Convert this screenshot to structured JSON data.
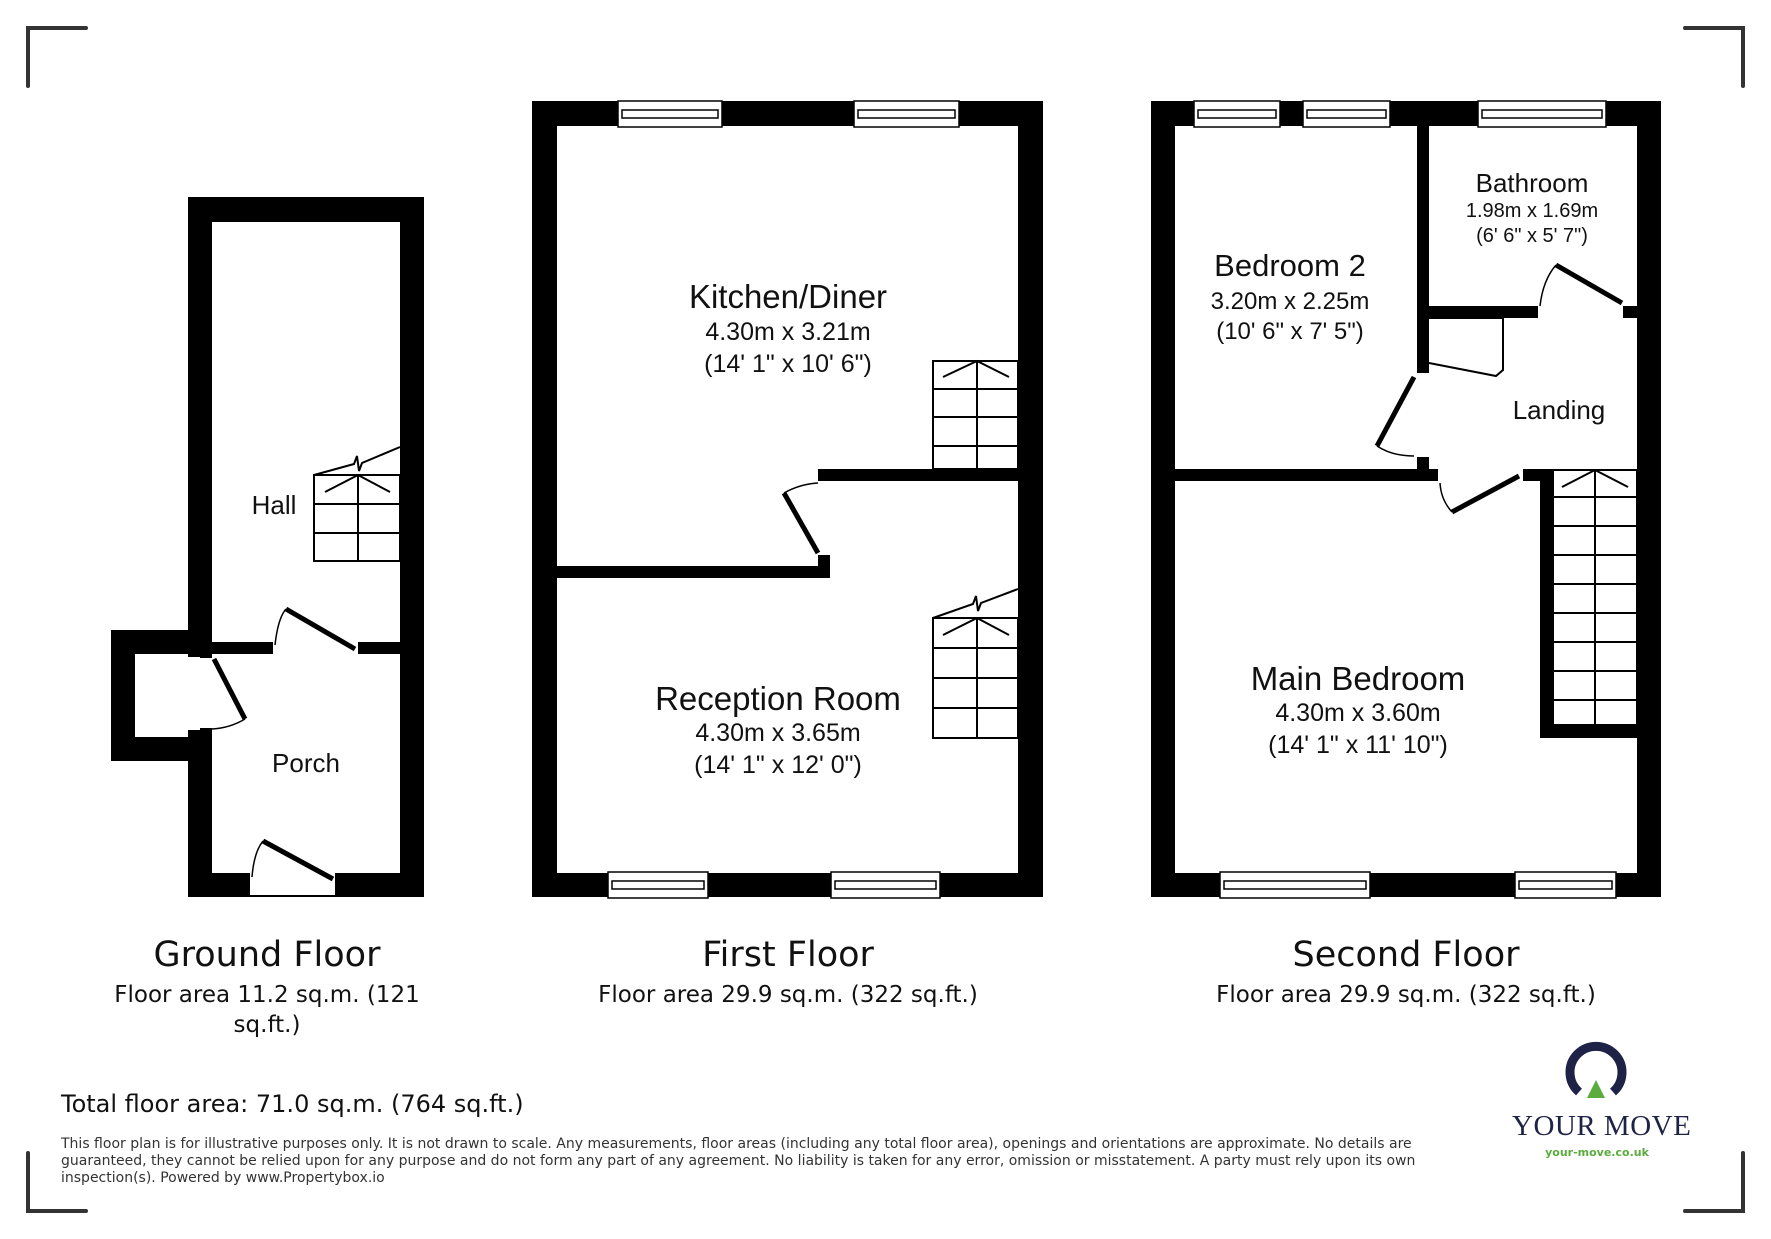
{
  "colors": {
    "wall": "#000000",
    "corner_mark": "#333333",
    "brand_navy": "#1e2246",
    "brand_green": "#5aad3c"
  },
  "floors": [
    {
      "title": "Ground Floor",
      "area_line1": "Floor area 11.2 sq.m. (121",
      "area_line2": "sq.ft.)",
      "rooms": [
        {
          "name": "Hall"
        },
        {
          "name": "Porch"
        }
      ]
    },
    {
      "title": "First Floor",
      "area_line1": "Floor area 29.9 sq.m. (322 sq.ft.)",
      "rooms": [
        {
          "name": "Kitchen/Diner",
          "metric": "4.30m x 3.21m",
          "imperial": "(14' 1\" x 10' 6\")"
        },
        {
          "name": "Reception Room",
          "metric": "4.30m x 3.65m",
          "imperial": "(14' 1\" x 12' 0\")"
        }
      ]
    },
    {
      "title": "Second Floor",
      "area_line1": "Floor area 29.9 sq.m. (322 sq.ft.)",
      "rooms": [
        {
          "name": "Bedroom 2",
          "metric": "3.20m x 2.25m",
          "imperial": "(10' 6\" x 7' 5\")"
        },
        {
          "name": "Bathroom",
          "metric": "1.98m x 1.69m",
          "imperial": "(6' 6\" x 5' 7\")"
        },
        {
          "name": "Landing"
        },
        {
          "name": "Main Bedroom",
          "metric": "4.30m x 3.60m",
          "imperial": "(14' 1\" x 11' 10\")"
        }
      ]
    }
  ],
  "total_area": "Total floor area: 71.0 sq.m. (764 sq.ft.)",
  "disclaimer": "This floor plan is for illustrative purposes only. It is not drawn to scale. Any measurements, floor areas (including any total floor area), openings and orientations are approximate. No details are guaranteed, they cannot be relied upon for any purpose and do not form any part of any agreement. No liability is taken for any error, omission or misstatement. A party must rely upon its own inspection(s). Powered by www.Propertybox.io",
  "logo": {
    "icon": "your-move-ring-triangle-icon",
    "wordmark": "YOUR MOVE",
    "url": "your-move.co.uk"
  }
}
